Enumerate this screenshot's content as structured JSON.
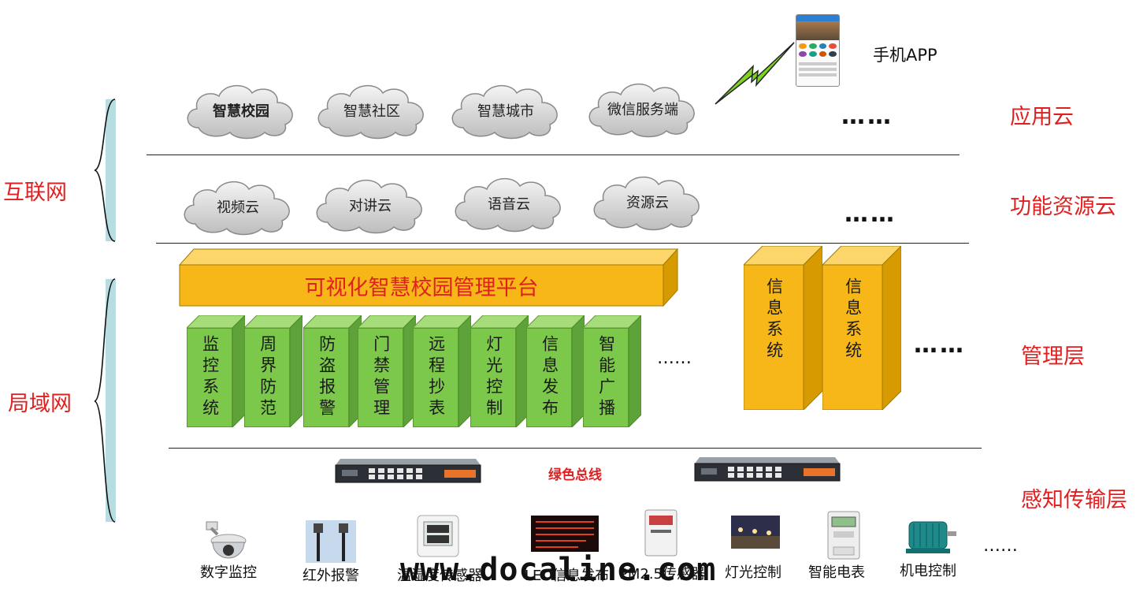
{
  "side_labels": {
    "internet": "互联网",
    "lan": "局域网"
  },
  "layer_labels": {
    "app_cloud": "应用云",
    "function_cloud": "功能资源云",
    "management": "管理层",
    "sensing": "感知传输层"
  },
  "app_clouds": [
    "智慧校园",
    "智慧社区",
    "智慧城市",
    "微信服务端"
  ],
  "function_clouds": [
    "视频云",
    "对讲云",
    "语音云",
    "资源云"
  ],
  "phone_label": "手机APP",
  "platform_title": "可视化智慧校园管理平台",
  "green_modules": [
    "监控系统",
    "周界防范",
    "防盗报警",
    "门禁管理",
    "远程抄表",
    "灯光控制",
    "信息发布",
    "智能广播"
  ],
  "yellow_modules": [
    "信息系统",
    "信息系统"
  ],
  "ellipsis": "……",
  "bus_label": "绿色总线",
  "devices": [
    "数字监控",
    "红外报警",
    "温湿度传感器",
    "LED信息发布",
    "PM2.5传感器",
    "灯光控制",
    "智能电表",
    "机电控制"
  ],
  "watermark": "www.docaline.com",
  "colors": {
    "accent_red": "#e02020",
    "green_box": "#7cc84a",
    "yellow_box": "#f7b718",
    "bracket": "#b7dde3"
  }
}
